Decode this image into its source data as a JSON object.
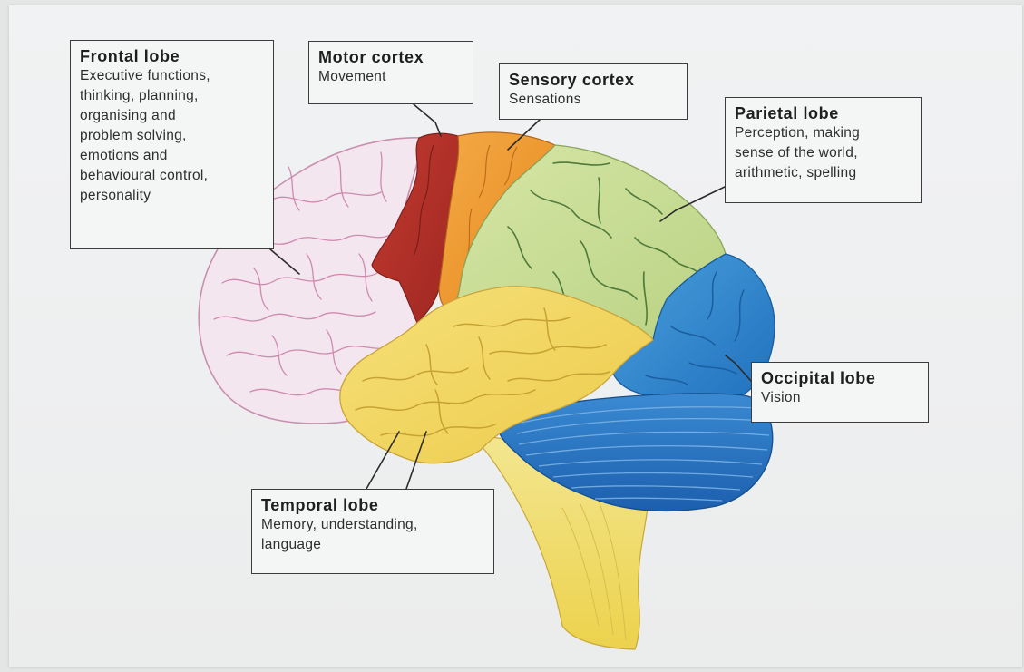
{
  "labels": {
    "frontal": {
      "title": "Frontal lobe",
      "desc": "Executive functions,\nthinking, planning,\norganising and\nproblem solving,\nemotions and\nbehavioural control,\npersonality"
    },
    "motor": {
      "title": "Motor cortex",
      "desc": "Movement"
    },
    "sensory": {
      "title": "Sensory cortex",
      "desc": "Sensations"
    },
    "parietal": {
      "title": "Parietal lobe",
      "desc": "Perception, making\nsense of the world,\narithmetic, spelling"
    },
    "occipital": {
      "title": "Occipital lobe",
      "desc": "Vision"
    },
    "temporal": {
      "title": "Temporal lobe",
      "desc": "Memory, understanding,\nlanguage"
    }
  },
  "colors": {
    "frontal": "#f3e6ee",
    "motor": "#b4312a",
    "sensory": "#ef9a2e",
    "parietal": "#c9dd97",
    "temporal": "#f2d868",
    "occipital": "#2e86cc",
    "cerebellum": "#2f78c4",
    "brainstem": "#f0e27a"
  }
}
